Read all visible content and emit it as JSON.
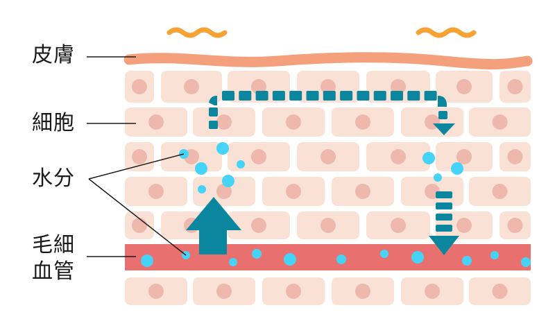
{
  "labels": {
    "skin": "皮膚",
    "cell": "細胞",
    "water": "水分",
    "capillary_line1": "毛細",
    "capillary_line2": "血管"
  },
  "colors": {
    "skin": "#f4a07c",
    "cell": "#f9e1d5",
    "nucleus": "#eeb8ad",
    "blood_vessel": "#e8706f",
    "arrow": "#0a879e",
    "water": "#45d4f7",
    "squiggle": "#f7a234"
  }
}
